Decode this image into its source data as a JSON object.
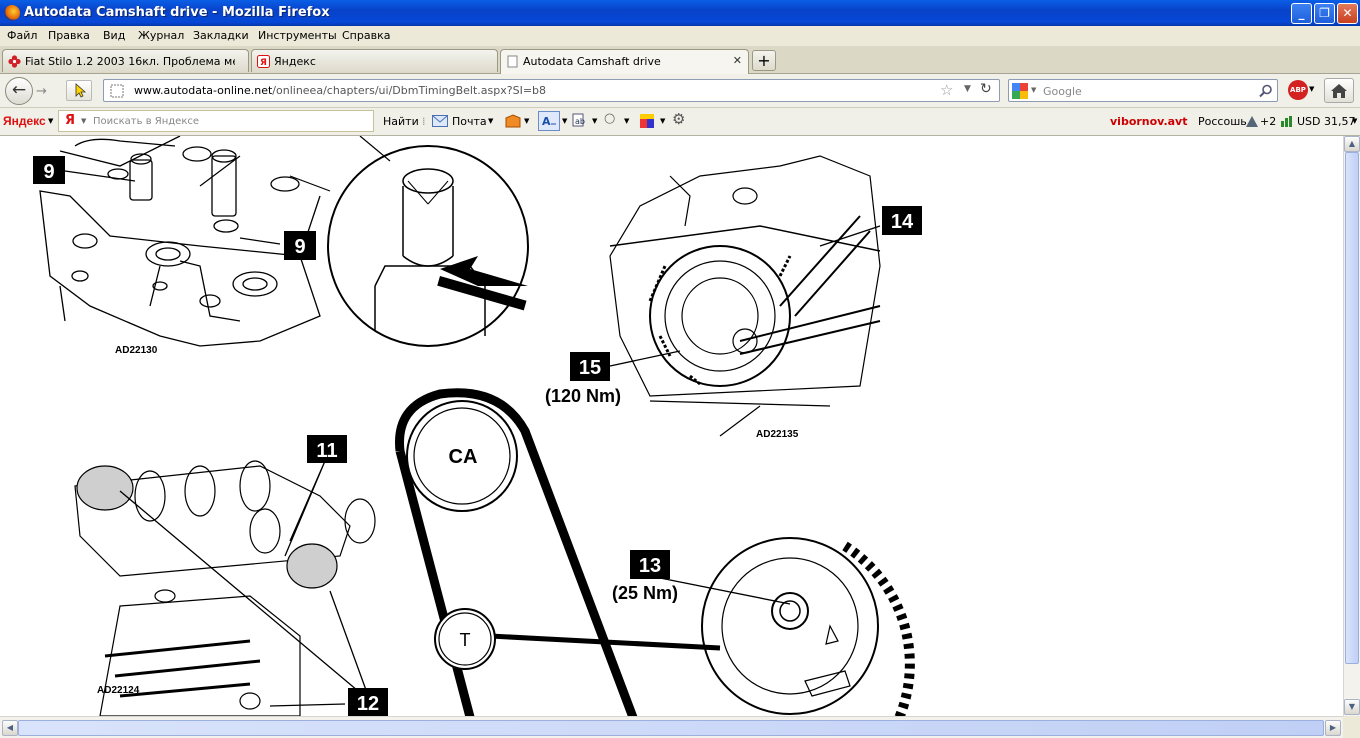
{
  "window": {
    "title": "Autodata Camshaft drive - Mozilla Firefox",
    "min": "_",
    "max": "❐",
    "close": "✕"
  },
  "menu": [
    "Файл",
    "Правка",
    "Вид",
    "Журнал",
    "Закладки",
    "Инструменты",
    "Справка"
  ],
  "tabs": [
    {
      "label": "Fiat Stilo 1.2 2003 16кл. Проблема метк...",
      "active": false
    },
    {
      "label": "Яндекс",
      "active": false
    },
    {
      "label": "Autodata Camshaft drive",
      "active": true
    }
  ],
  "new_tab": "+",
  "nav": {
    "url_domain": "www.autodata-online.net",
    "url_path": "/onlineea/chapters/ui/DbmTimingBelt.aspx?SI=b8",
    "search_placeholder": "Google"
  },
  "yandex": {
    "logo": "Яндекс",
    "ya_badge": "Я",
    "search_placeholder": "Поискать в Яндексе",
    "find": "Найти",
    "mail": "Почта",
    "user": "vibornov.avt",
    "region": "Россошь",
    "weather": "+2",
    "currency": "USD 31,57"
  },
  "diagram": {
    "callouts": [
      "9",
      "9",
      "14",
      "15",
      "11",
      "13",
      "12"
    ],
    "torques": [
      "(120 Nm)",
      "(25 Nm)"
    ],
    "figure_ids": [
      "AD22130",
      "AD22135",
      "AD22124"
    ],
    "pulleys": [
      "CA",
      "T"
    ]
  }
}
